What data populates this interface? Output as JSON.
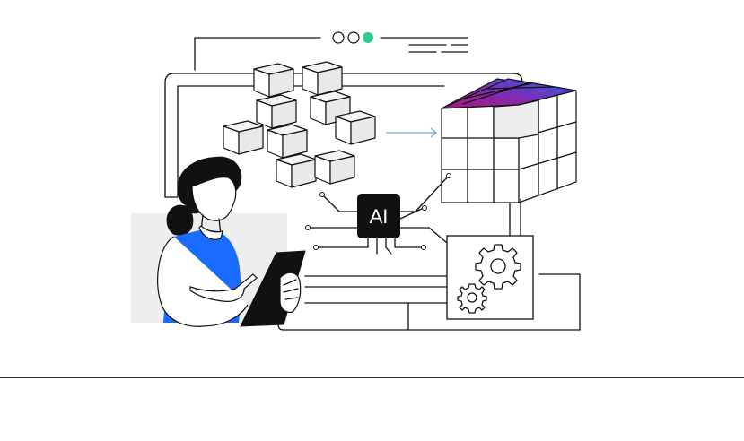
{
  "ai_chip": {
    "label": "AI"
  },
  "window_controls": [
    "close",
    "minimize",
    "maximize"
  ],
  "colors": {
    "accent_green": "#2ecc8f",
    "shirt_blue": "#1a6cff",
    "gradient_start": "#b0167a",
    "gradient_mid": "#7a2fb5",
    "gradient_end": "#2b62e8",
    "arrow": "#7fa0d8",
    "backdrop_gray": "#eeeeee"
  },
  "icons": [
    "gear-icon",
    "small-gear-icon",
    "tablet-icon",
    "arrow-right-icon",
    "ai-chip-icon"
  ]
}
